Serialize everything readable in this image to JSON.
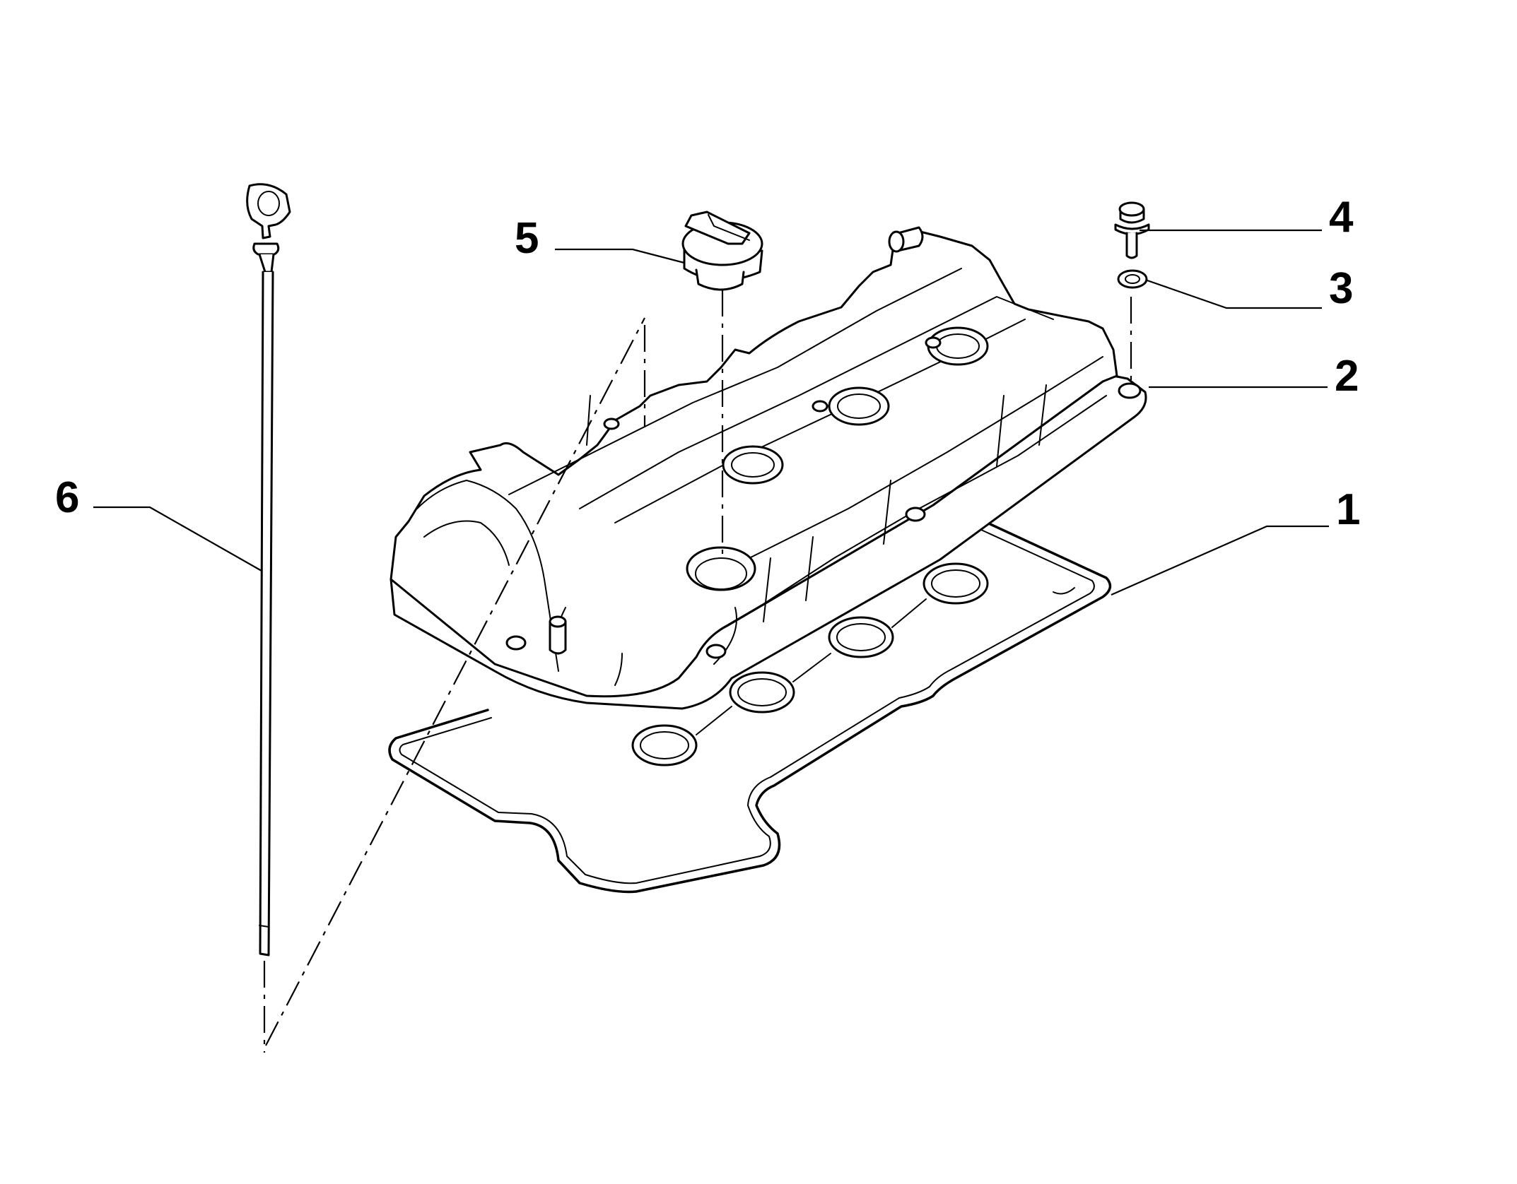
{
  "diagram": {
    "colors": {
      "line": "#000000",
      "background": "#ffffff"
    },
    "callouts": [
      {
        "id": "1",
        "label": "1",
        "part": "gasket"
      },
      {
        "id": "2",
        "label": "2",
        "part": "cylinder-head-cover"
      },
      {
        "id": "3",
        "label": "3",
        "part": "washer"
      },
      {
        "id": "4",
        "label": "4",
        "part": "bolt"
      },
      {
        "id": "5",
        "label": "5",
        "part": "oil-filler-cap"
      },
      {
        "id": "6",
        "label": "6",
        "part": "dipstick"
      }
    ]
  }
}
